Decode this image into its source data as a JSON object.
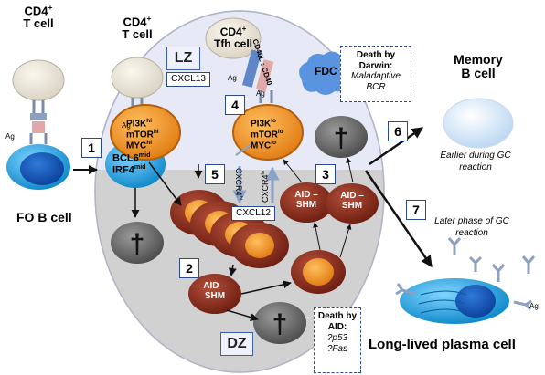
{
  "cells": {
    "cd4_left": {
      "line1": "CD4",
      "sup": "+",
      "line2": "T cell"
    },
    "cd4_mid": {
      "line1": "CD4",
      "sup": "+",
      "line2": "T cell"
    },
    "cd4_tfh": {
      "line1": "CD4",
      "sup": "+",
      "line2": "Tfh cell"
    },
    "fo_b": "FO B cell",
    "memory_b": {
      "line1": "Memory",
      "line2": "B cell"
    },
    "plasma": "Long-lived plasma cell",
    "fdc": "FDC"
  },
  "markers": {
    "ag": "Ag",
    "cd40l_cd40": "CD40L : CD40",
    "bcl6": "BCL6",
    "bcl6_sup": "mid",
    "irf4": "IRF4",
    "irf4_sup": "mid",
    "pi3k": "PI3K",
    "mtor": "mTOR",
    "myc": "MYC",
    "hi": "hi",
    "lo": "lo",
    "cxcr4_hi": "CXCR4",
    "cxcr4_lo": "CXCR4",
    "aid_shm": "AID – SHM"
  },
  "zones": {
    "lz": "LZ",
    "dz": "DZ",
    "cxcl13": "CXCL13",
    "cxcl12": "CXCL12"
  },
  "steps": [
    "1",
    "2",
    "3",
    "4",
    "5",
    "6",
    "7"
  ],
  "notes": {
    "darwin_title": "Death by Darwin:",
    "darwin_body": "Maladaptive BCR",
    "aid_title": "Death by AID:",
    "aid_p53": "?p53",
    "aid_fas": "?Fas",
    "earlier": "Earlier during GC reaction",
    "later": "Later phase of GC reaction"
  },
  "death_symbol": "†",
  "colors": {
    "gc_fill": "#e7eaf6",
    "dz_fill": "#d1d1d1",
    "fo_b_blue": "#1aa6e6",
    "orange_cell": "#f39a1e",
    "maroon_cell": "#8a2a1a",
    "grey_cell": "#6b6b6b",
    "box_border": "#2b4a8a"
  }
}
